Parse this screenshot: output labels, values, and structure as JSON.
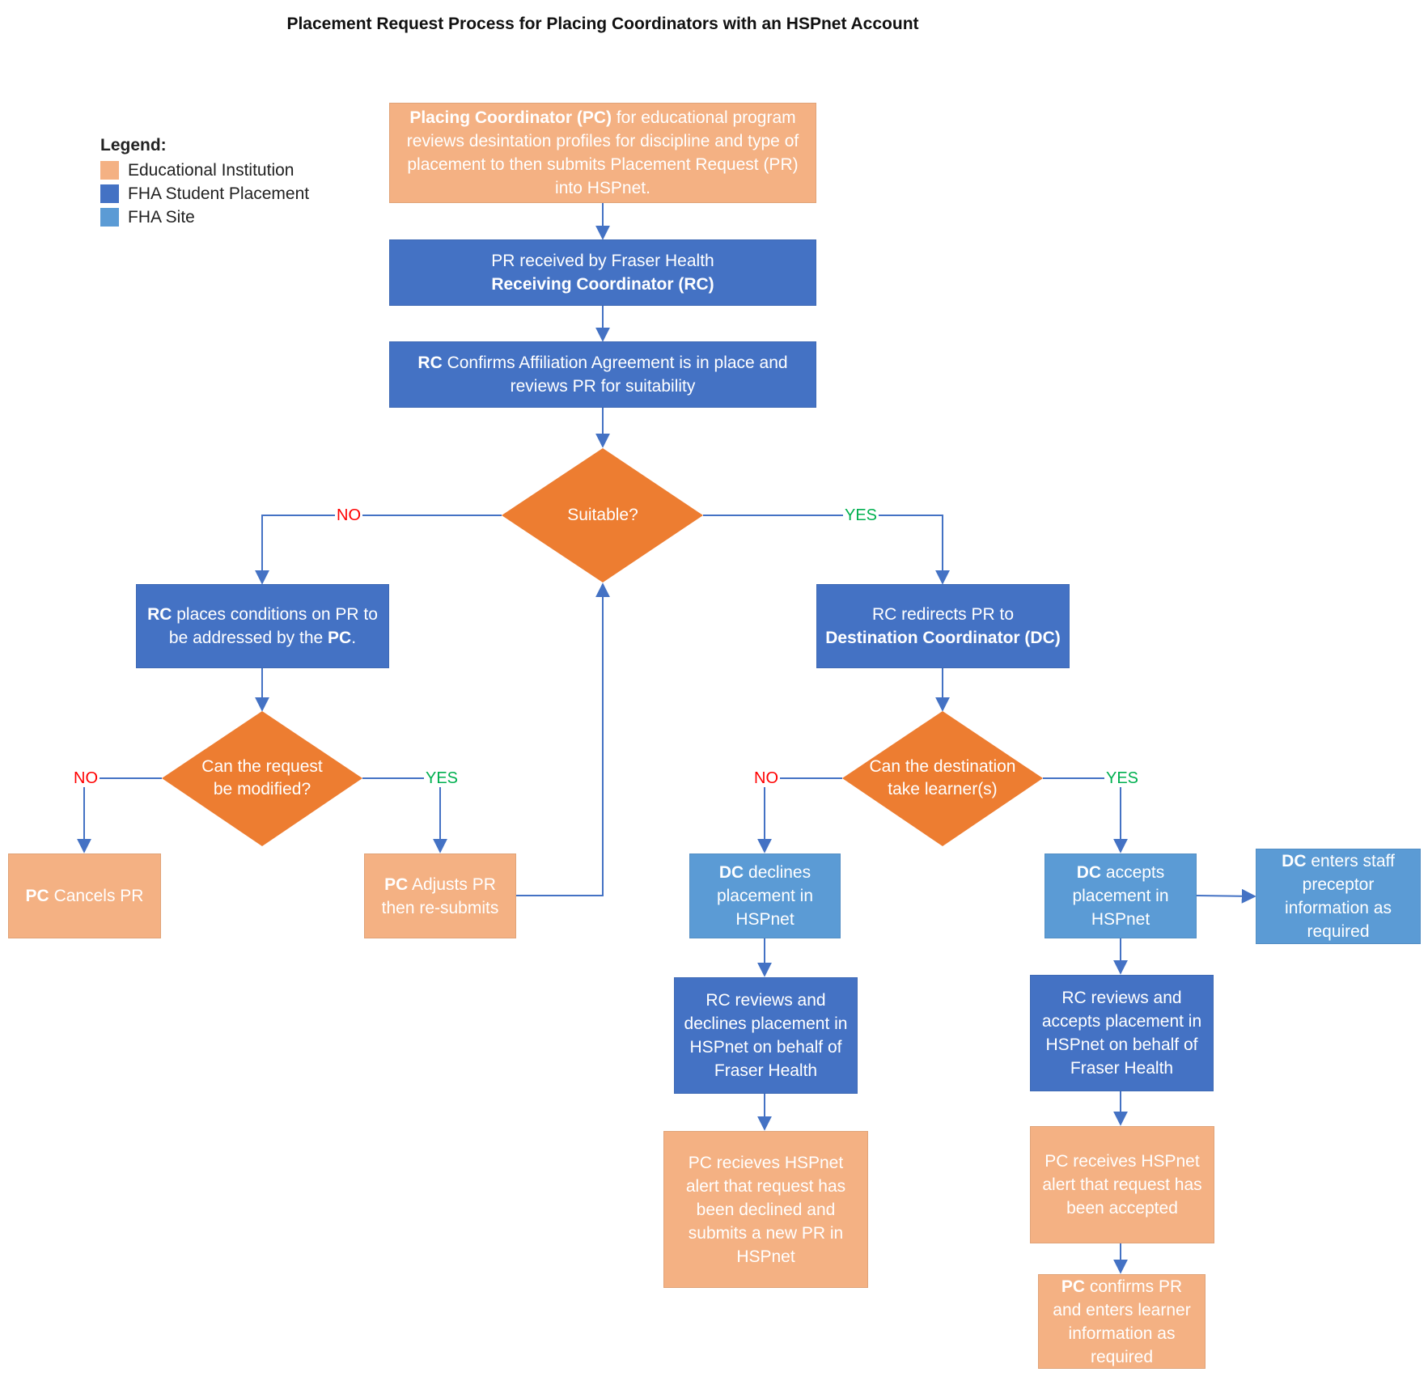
{
  "title": "Placement Request Process for Placing Coordinators with an HSPnet Account",
  "legend": {
    "title": "Legend:",
    "items": [
      {
        "label": "Educational Institution",
        "color": "#f4b183"
      },
      {
        "label": "FHA Student Placement",
        "color": "#4472c4"
      },
      {
        "label": "FHA Site",
        "color": "#5b9bd5"
      }
    ]
  },
  "colors": {
    "educational": "#f4b183",
    "fha_student_placement": "#4472c4",
    "fha_site": "#5b9bd5",
    "decision": "#ed7d31",
    "connector": "#4472c4",
    "no": "#ff0000",
    "yes": "#00b050"
  },
  "nodes": {
    "pc_submit": {
      "bold": "Placing Coordinator (PC)",
      "text": " for educational program reviews desintation profiles for discipline and type of placement to then submits Placement Request (PR) into HSPnet."
    },
    "pr_received": {
      "text": "PR received by Fraser Health",
      "bold": "Receiving Coordinator (RC)"
    },
    "rc_confirms": {
      "bold": "RC",
      "text": " Confirms Affiliation Agreement is in place and reviews PR for suitability"
    },
    "suitable": {
      "text": "Suitable?"
    },
    "rc_conditions": {
      "bold": "RC",
      "text": " places conditions on PR to be addressed by the ",
      "bold2": "PC",
      "text2": "."
    },
    "rc_redirects": {
      "text": "RC redirects PR to ",
      "bold": "Destination Coordinator (DC)"
    },
    "can_modify": {
      "text": "Can the request be modified?"
    },
    "can_take": {
      "text": "Can the destination take learner(s)"
    },
    "pc_cancels": {
      "bold": "PC",
      "text": " Cancels PR"
    },
    "pc_adjusts": {
      "bold": "PC",
      "text": " Adjusts PR then re-submits"
    },
    "dc_declines": {
      "bold": "DC",
      "text": " declines placement in HSPnet"
    },
    "dc_accepts": {
      "bold": "DC",
      "text": " accepts placement in HSPnet"
    },
    "dc_preceptor": {
      "bold": "DC",
      "text": " enters staff preceptor information as required"
    },
    "rc_declines": {
      "text": "RC reviews and declines placement in HSPnet on behalf of Fraser Health"
    },
    "rc_accepts": {
      "text": "RC reviews and accepts placement in HSPnet on behalf of Fraser Health"
    },
    "pc_declined_alert": {
      "text": "PC recieves HSPnet alert that request has been declined and submits a new PR in HSPnet"
    },
    "pc_accepted_alert": {
      "text": "PC receives HSPnet alert that request has been accepted"
    },
    "pc_confirms": {
      "bold": "PC",
      "text": " confirms PR and enters learner information as required"
    }
  },
  "edge_labels": {
    "suitable_no": "NO",
    "suitable_yes": "YES",
    "modify_no": "NO",
    "modify_yes": "YES",
    "take_no": "NO",
    "take_yes": "YES"
  }
}
